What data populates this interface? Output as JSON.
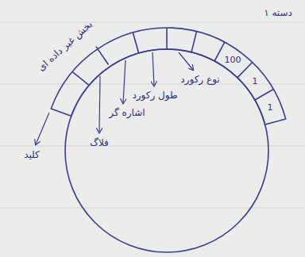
{
  "diagram": {
    "nodes": [
      {
        "text": [
          "100"
        ]
      },
      {
        "text": [
          "1"
        ]
      },
      {
        "text": [
          "1"
        ]
      }
    ],
    "labels": [
      "دسته ۱",
      "بخش غیر داده ای",
      "نوع رکورد",
      "طول رکورد",
      "اشاره گر",
      "فلاگ",
      "کلید"
    ]
  }
}
